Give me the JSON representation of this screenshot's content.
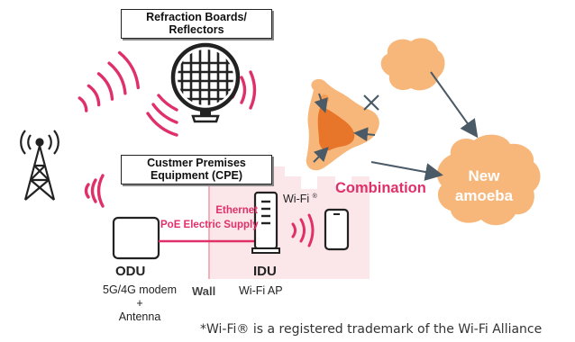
{
  "labels": {
    "refraction_line1": "Refraction Boards/",
    "refraction_line2": "Reflectors",
    "cpe_line1": "Custmer Premises",
    "cpe_line2": "Equipment (CPE)",
    "ethernet": "Ethernet",
    "poe": "PoE Electric Supply",
    "wifi": "Wi-Fi",
    "wifi_mark": "®",
    "odu_title": "ODU",
    "odu_line1": "5G/4G modem",
    "odu_line2": "+",
    "odu_line3": "Antenna",
    "wall": "Wall",
    "idu_title": "IDU",
    "idu_sub": "Wi-Fi AP",
    "combination": "Combination",
    "new_line1": "New",
    "new_line2": "amoeba",
    "footnote": "*Wi-Fi® is a registered trademark of the Wi-Fi Alliance"
  },
  "icons": [
    "cell-tower-icon",
    "reflector-board-icon",
    "odu-modem-icon",
    "idu-router-icon",
    "smartphone-icon",
    "amoeba-icon",
    "wall-icon"
  ],
  "colors": {
    "signal": "#e0306a",
    "amoeba_dark": "#e8762a",
    "amoeba_mid": "#f39c52",
    "amoeba_light": "#f8b77a",
    "arrow": "#4a5a66",
    "wall": "#f8d6dc"
  }
}
